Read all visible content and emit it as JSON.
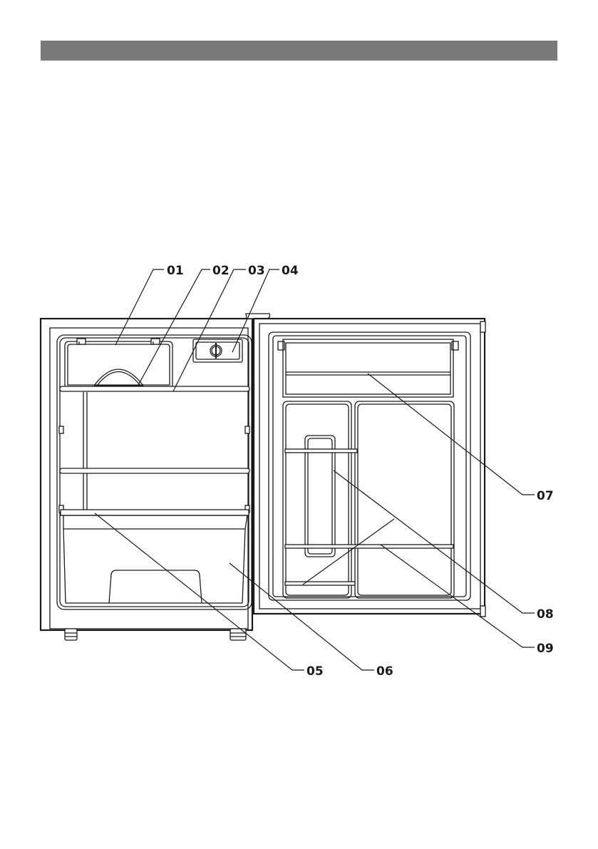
{
  "colors": {
    "header_bar": "#7a7a7a",
    "line": "#1a1a1a"
  },
  "callouts": [
    {
      "id": "01",
      "text": "01"
    },
    {
      "id": "02",
      "text": "02"
    },
    {
      "id": "03",
      "text": "03"
    },
    {
      "id": "04",
      "text": "04"
    },
    {
      "id": "05",
      "text": "05"
    },
    {
      "id": "06",
      "text": "06"
    },
    {
      "id": "07",
      "text": "07"
    },
    {
      "id": "08",
      "text": "08"
    },
    {
      "id": "09",
      "text": "09"
    }
  ]
}
